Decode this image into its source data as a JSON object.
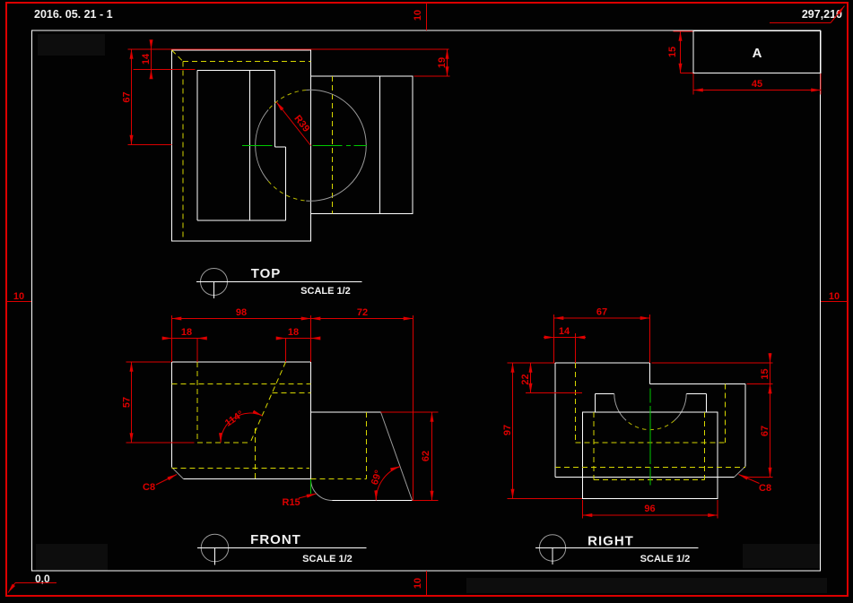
{
  "frame": {
    "title": "2016. 05. 21 - 1",
    "corner_coords": "297,210",
    "origin": "0,0",
    "margin_top": "10",
    "margin_bottom": "10",
    "margin_left": "10",
    "margin_right": "10",
    "zone_label": "A",
    "zone_width": "45",
    "zone_height": "15"
  },
  "top_view": {
    "label": "TOP",
    "scale": "SCALE 1/2",
    "dim_height": "67",
    "dim_offset": "14",
    "dim_right": "19",
    "dim_radius": "R39"
  },
  "front_view": {
    "label": "FRONT",
    "scale": "SCALE 1/2",
    "dim_width": "98",
    "dim_width_right": "72",
    "dim_notch_left": "18",
    "dim_notch_right": "18",
    "dim_height_left": "57",
    "dim_height_right": "62",
    "dim_angle": "114°",
    "dim_angle_right": "69°",
    "chamfer": "C8",
    "fillet": "R15"
  },
  "right_view": {
    "label": "RIGHT",
    "scale": "SCALE 1/2",
    "dim_width": "67",
    "dim_offset": "14",
    "dim_step": "22",
    "dim_height": "97",
    "dim_top_right": "15",
    "dim_height_right": "67",
    "dim_bottom": "96",
    "chamfer": "C8"
  }
}
